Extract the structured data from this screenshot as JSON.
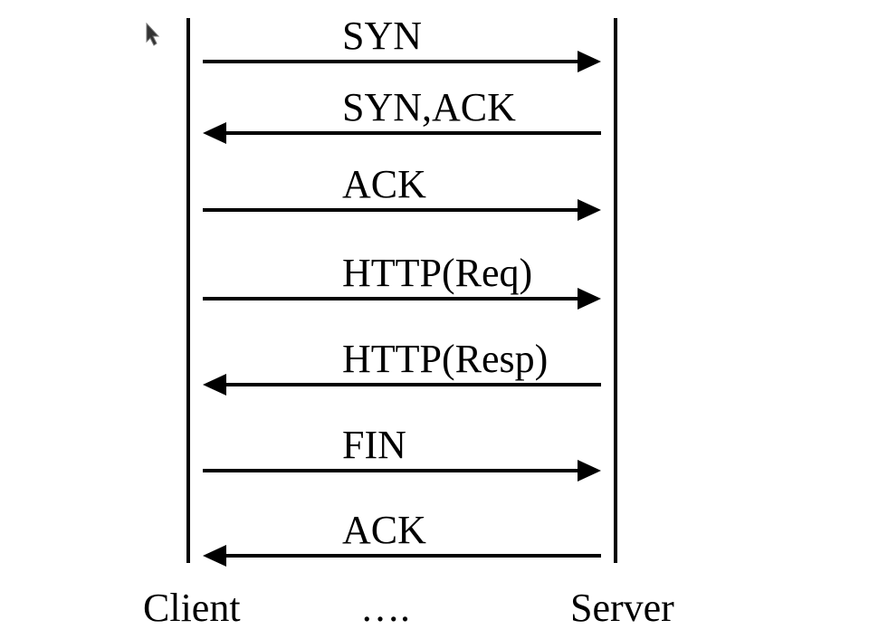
{
  "diagram": {
    "client_label": "Client",
    "server_label": "Server",
    "continuation": "….",
    "messages": [
      {
        "label": "SYN",
        "direction": "to-server"
      },
      {
        "label": "SYN,ACK",
        "direction": "to-client"
      },
      {
        "label": "ACK",
        "direction": "to-server"
      },
      {
        "label": "HTTP(Req)",
        "direction": "to-server"
      },
      {
        "label": "HTTP(Resp)",
        "direction": "to-client"
      },
      {
        "label": "FIN",
        "direction": "to-server"
      },
      {
        "label": "ACK",
        "direction": "to-client"
      }
    ],
    "colors": {
      "stroke": "#000000",
      "background": "#ffffff"
    },
    "cursor_icon": "mouse-pointer-icon"
  }
}
